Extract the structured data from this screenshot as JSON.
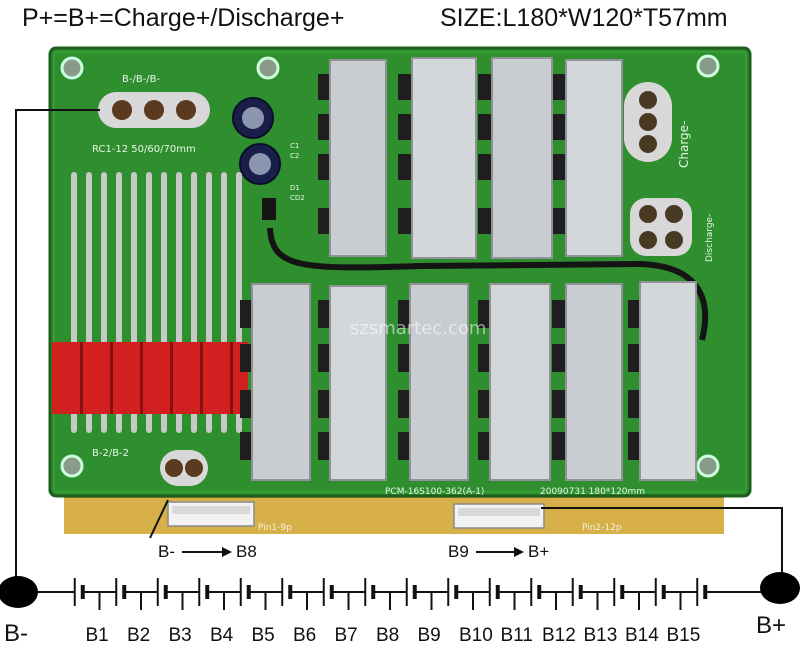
{
  "header": {
    "formula": "P+=B+=Charge+/Discharge+",
    "size": "SIZE:L180*W120*T57mm"
  },
  "board": {
    "silk_bminus": "B-/B-/B-",
    "silk_rc": "RC1-12 50/60/70mm",
    "silk_b2": "B-2/B-2",
    "silk_charge": "Charge-",
    "silk_discharge": "Discharge-",
    "silk_part": "PCM-16S100-362(A-1)",
    "silk_date": "20090731  180*120mm",
    "silk_pin1": "Pin1-9p",
    "silk_pin2": "Pin2-12p",
    "silk_c1": "C1",
    "silk_c2": "C2",
    "silk_d1": "D1",
    "silk_cd2": "CD2",
    "watermark": "szsmartec.com",
    "pcb_color": "#2f8f2f",
    "heatsink_color": "#c9ccd0"
  },
  "diagram": {
    "range1_start": "B-",
    "range1_end": "B8",
    "range2_start": "B9",
    "range2_end": "B+",
    "terminal_neg": "B-",
    "terminal_pos": "B+",
    "cells": [
      "B1",
      "B2",
      "B3",
      "B4",
      "B5",
      "B6",
      "B7",
      "B8",
      "B9",
      "B10",
      "B11",
      "B12",
      "B13",
      "B14",
      "B15"
    ]
  }
}
